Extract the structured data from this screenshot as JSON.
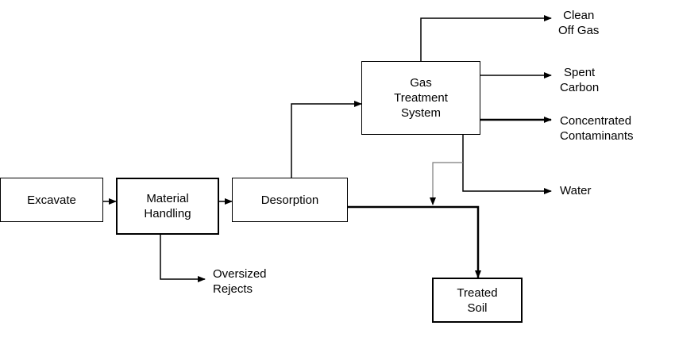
{
  "nodes": {
    "excavate": {
      "lines": [
        "Excavate"
      ]
    },
    "material_handling": {
      "lines": [
        "Material",
        "Handling"
      ]
    },
    "desorption": {
      "lines": [
        "Desorption"
      ]
    },
    "gas_treatment": {
      "lines": [
        "Gas",
        "Treatment",
        "System"
      ]
    },
    "treated_soil": {
      "lines": [
        "Treated",
        "Soil"
      ]
    }
  },
  "outputs": {
    "clean_off_gas": {
      "lines": [
        "Clean",
        "Off Gas"
      ]
    },
    "spent_carbon": {
      "lines": [
        "Spent",
        "Carbon"
      ]
    },
    "concentrated_contaminants": {
      "lines": [
        "Concentrated",
        "Contaminants"
      ]
    },
    "water": {
      "lines": [
        "Water"
      ]
    },
    "oversized_rejects": {
      "lines": [
        "Oversized",
        "Rejects"
      ]
    }
  },
  "colors": {
    "line": "#000000",
    "background": "#ffffff"
  }
}
